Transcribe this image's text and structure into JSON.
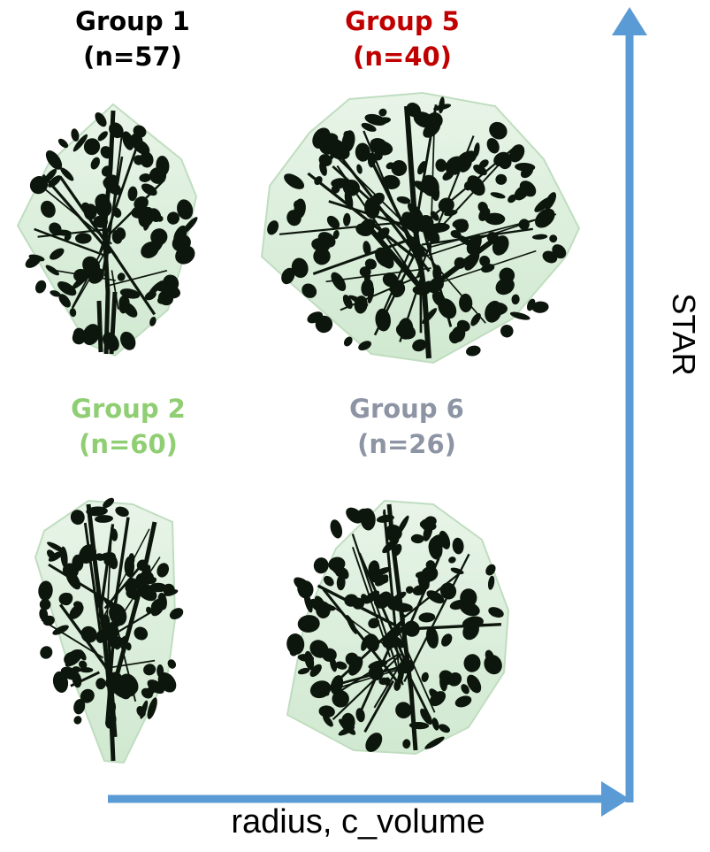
{
  "groups": [
    {
      "id": "g1",
      "title": "Group 1",
      "count": "(n=57)",
      "color": "#000000"
    },
    {
      "id": "g5",
      "title": "Group 5",
      "count": "(n=40)",
      "color": "#c00000"
    },
    {
      "id": "g2",
      "title": "Group 2",
      "count": "(n=60)",
      "color": "#8fce72"
    },
    {
      "id": "g6",
      "title": "Group 6",
      "count": "(n=26)",
      "color": "#8d95a4"
    }
  ],
  "axes": {
    "x_label": "radius, c_volume",
    "y_label": "STAR",
    "arrow_color": "#5b9bd5"
  },
  "colors": {
    "hull_fill": "#d6ecd6",
    "hull_stroke": "#b6d8b6",
    "foliage": "#0d160d"
  }
}
